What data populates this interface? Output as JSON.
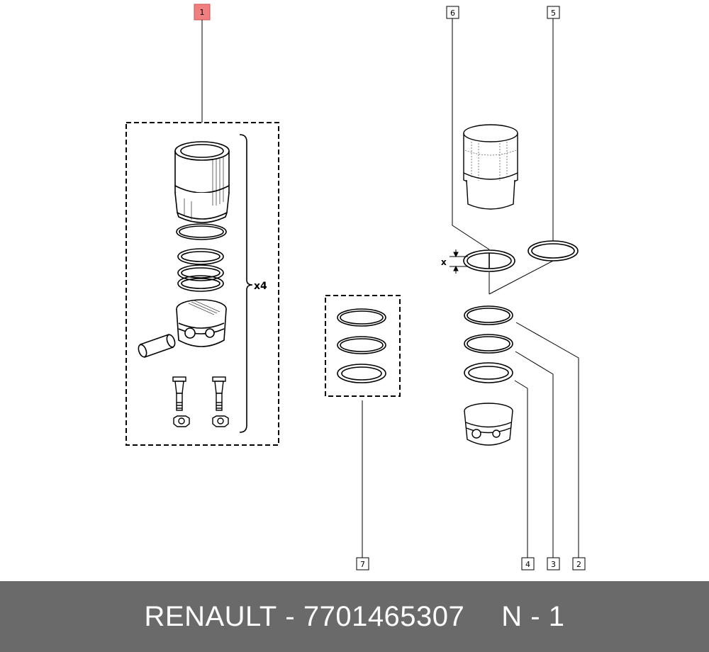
{
  "callouts": {
    "c1": "1",
    "c2": "2",
    "c3": "3",
    "c4": "4",
    "c5": "5",
    "c6": "6",
    "c7": "7"
  },
  "kit_multiplier": "x4",
  "dimension_label": "x",
  "footer": {
    "brand": "RENAULT",
    "separator": "-",
    "part_number": "7701465307",
    "page_ref": "N - 1"
  },
  "colors": {
    "highlight_callout": "#f08080",
    "footer_bg": "#6a6a6a",
    "footer_text": "#ffffff"
  }
}
